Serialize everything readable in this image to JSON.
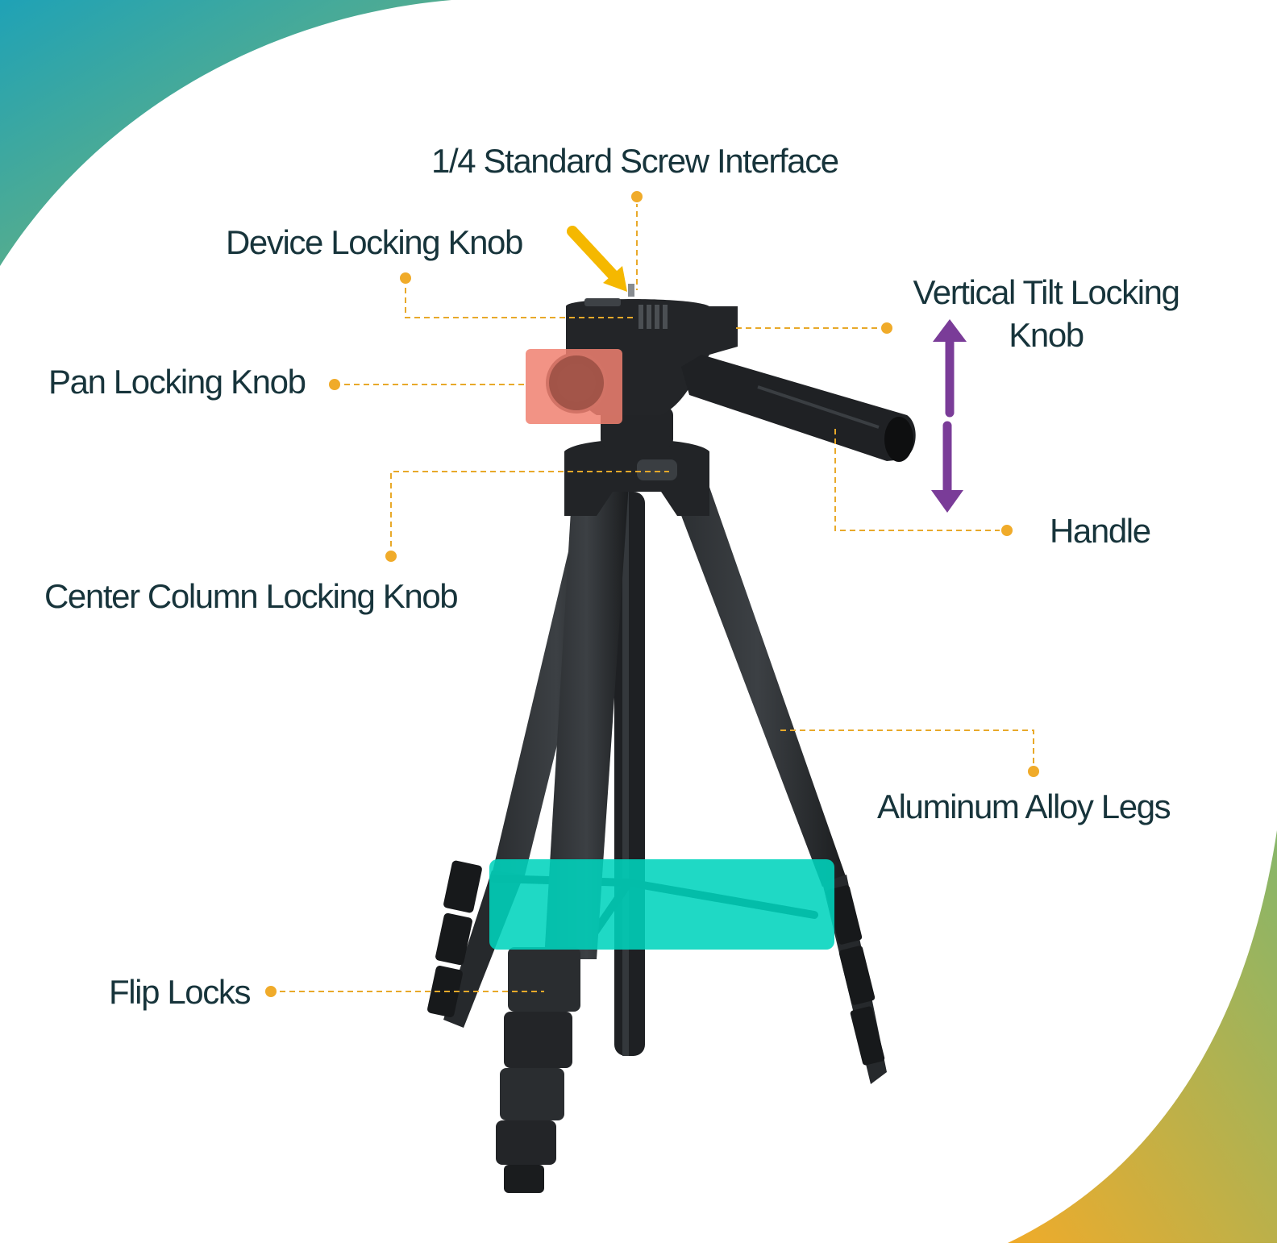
{
  "colors": {
    "label_text": "#17343b",
    "leader_line": "#e8a92a",
    "highlight_pan": "#f08070",
    "highlight_braces": "#00d4bd",
    "arrow_yellow": "#f5b800",
    "arrow_purple": "#7a3c98",
    "corner_teal": "#1fa2b6",
    "corner_green": "#86b66a",
    "corner_orange": "#f0ab2a",
    "tripod_body": "#1c1e20"
  },
  "labels": {
    "screw_interface": "1/4 Standard Screw Interface",
    "device_locking_knob": "Device Locking Knob",
    "vertical_tilt_line1": "Vertical Tilt Locking",
    "vertical_tilt_line2": "Knob",
    "pan_locking_knob": "Pan Locking Knob",
    "handle": "Handle",
    "center_column_locking_knob": "Center Column Locking Knob",
    "aluminum_alloy_legs": "Aluminum Alloy Legs",
    "flip_locks": "Flip Locks"
  },
  "icons": {
    "pointer": "yellow-arrow-icon",
    "tilt": "purple-double-arrow-icon"
  }
}
